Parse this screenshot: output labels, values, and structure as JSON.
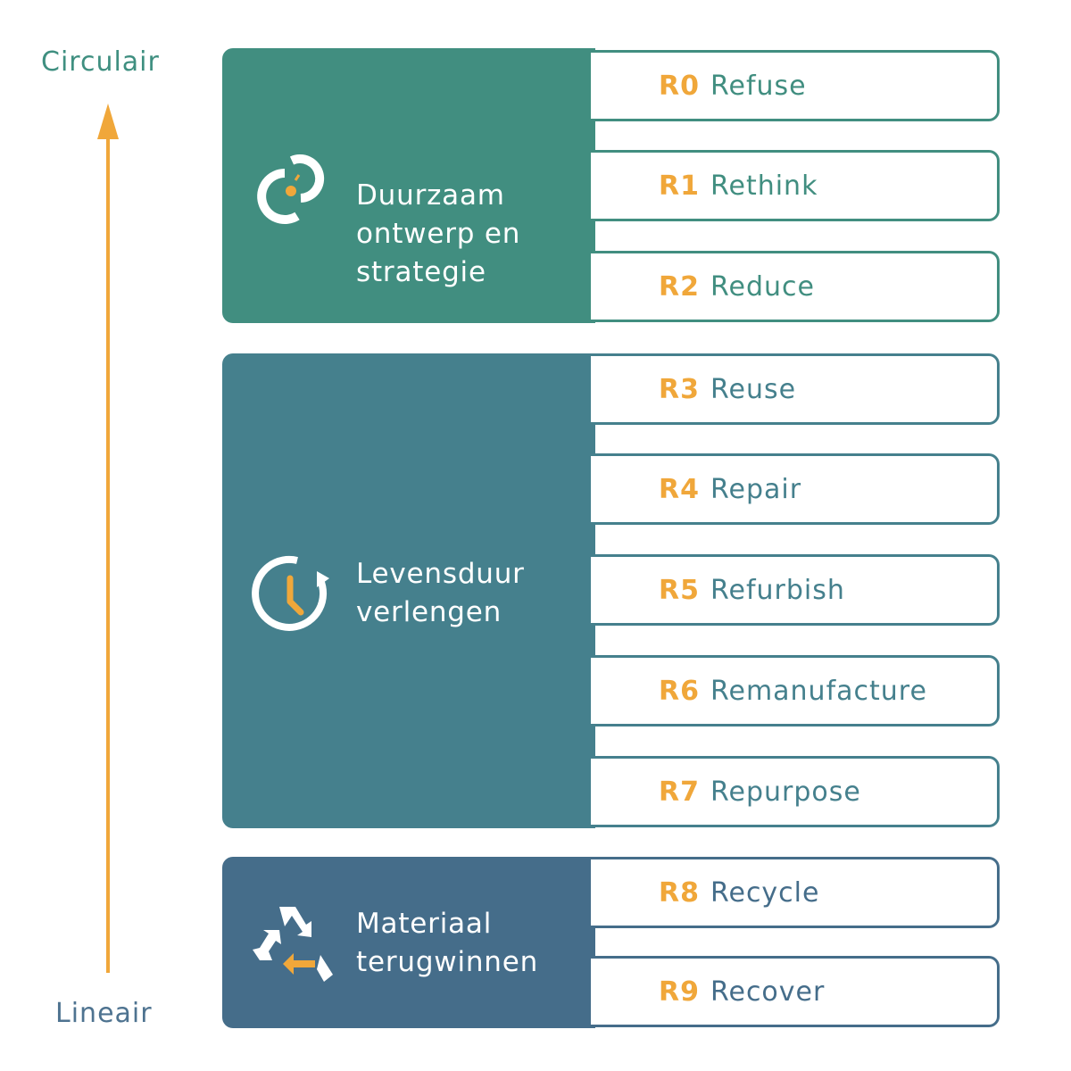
{
  "axis": {
    "top_label": "Circulair",
    "bottom_label": "Lineair"
  },
  "colors": {
    "accent": "#f0a73a",
    "group1": "#418e80",
    "group2": "#45808d",
    "group3": "#456d8a"
  },
  "groups": [
    {
      "title": "Duurzaam\nontwerp en\nstrategie",
      "icon": "link-chain-icon",
      "items": [
        {
          "code": "R0",
          "label": "Refuse"
        },
        {
          "code": "R1",
          "label": "Rethink"
        },
        {
          "code": "R2",
          "label": "Reduce"
        }
      ]
    },
    {
      "title": "Levensduur\nverlengen",
      "icon": "clock-refresh-icon",
      "items": [
        {
          "code": "R3",
          "label": "Reuse"
        },
        {
          "code": "R4",
          "label": "Repair"
        },
        {
          "code": "R5",
          "label": "Refurbish"
        },
        {
          "code": "R6",
          "label": "Remanufacture"
        },
        {
          "code": "R7",
          "label": "Repurpose"
        }
      ]
    },
    {
      "title": "Materiaal\nterugwinnen",
      "icon": "recycle-icon",
      "items": [
        {
          "code": "R8",
          "label": "Recycle"
        },
        {
          "code": "R9",
          "label": "Recover"
        }
      ]
    }
  ]
}
